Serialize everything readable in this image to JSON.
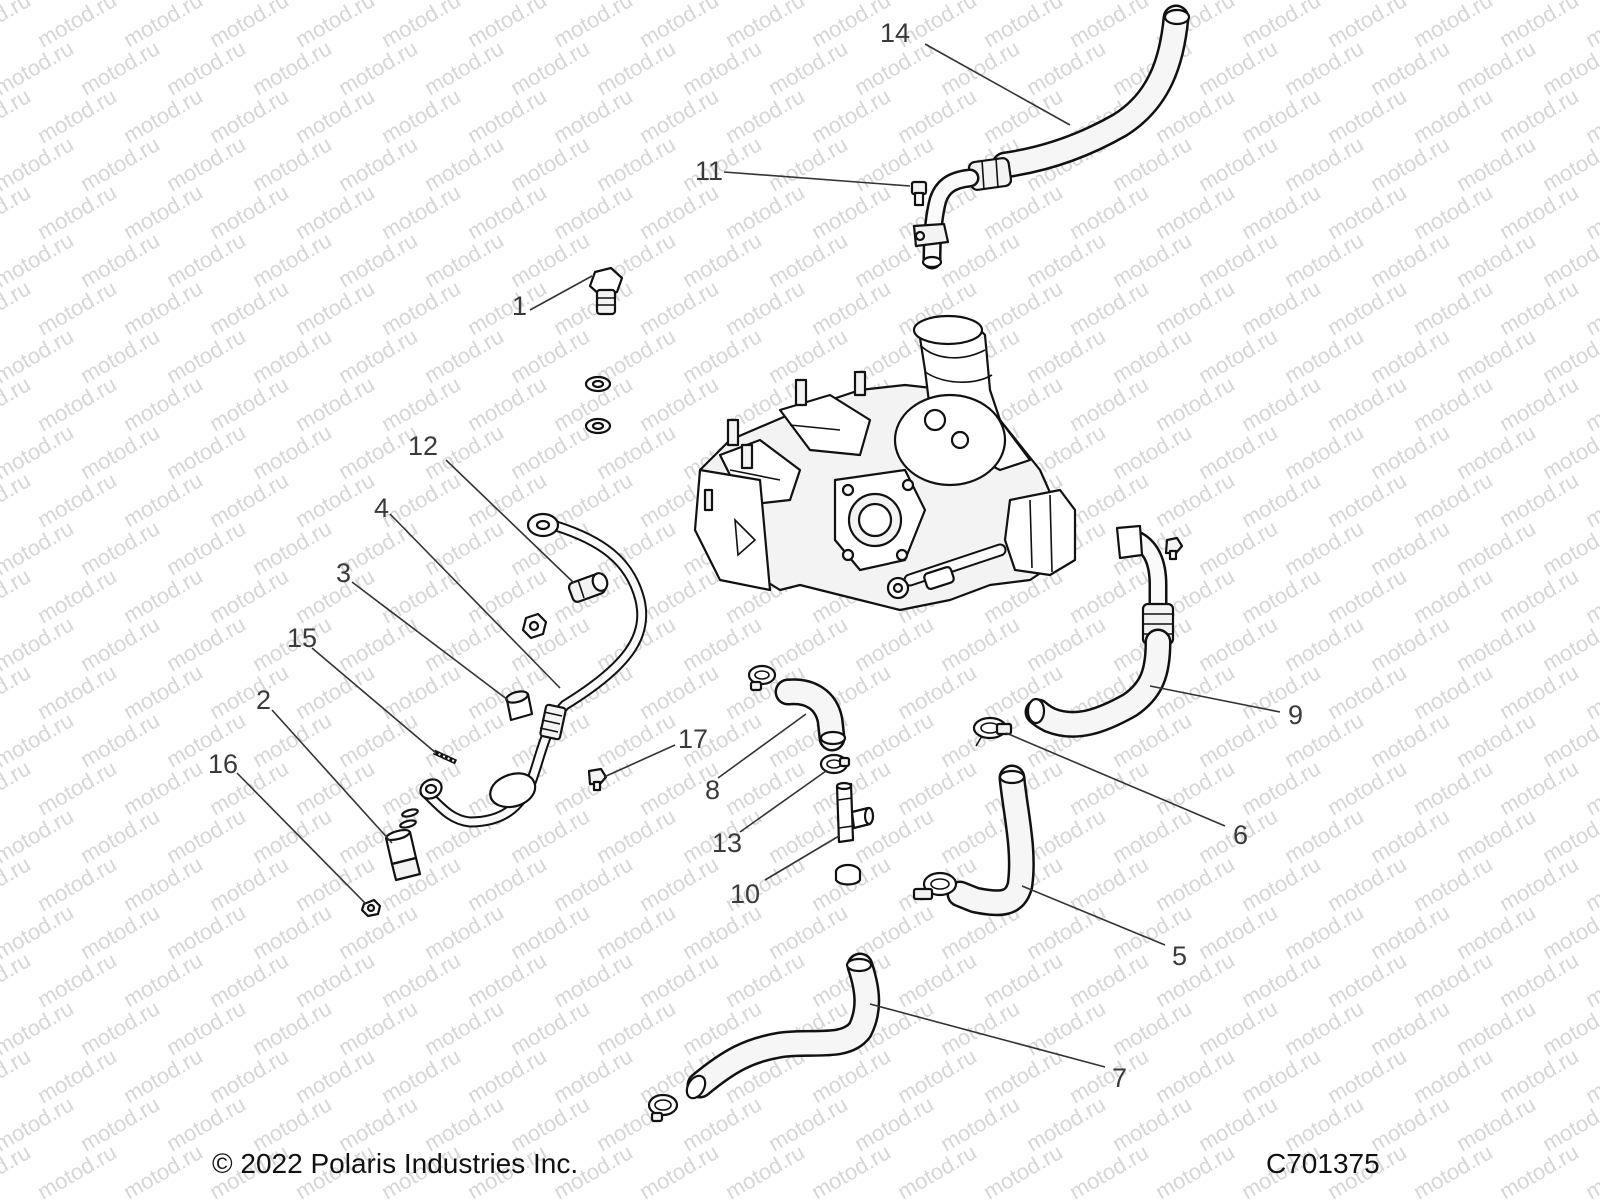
{
  "watermark": "motod.ru",
  "callouts": [
    {
      "id": "1",
      "label": "1"
    },
    {
      "id": "2",
      "label": "2"
    },
    {
      "id": "3",
      "label": "3"
    },
    {
      "id": "4",
      "label": "4"
    },
    {
      "id": "5",
      "label": "5"
    },
    {
      "id": "6",
      "label": "6"
    },
    {
      "id": "7",
      "label": "7"
    },
    {
      "id": "8",
      "label": "8"
    },
    {
      "id": "9",
      "label": "9"
    },
    {
      "id": "10",
      "label": "10"
    },
    {
      "id": "11",
      "label": "11"
    },
    {
      "id": "12",
      "label": "12"
    },
    {
      "id": "13",
      "label": "13"
    },
    {
      "id": "14",
      "label": "14"
    },
    {
      "id": "15",
      "label": "15"
    },
    {
      "id": "16",
      "label": "16"
    },
    {
      "id": "17",
      "label": "17"
    }
  ],
  "footer": {
    "copyright": "© 2022 Polaris Industries Inc.",
    "drawing_code": "C701375"
  }
}
